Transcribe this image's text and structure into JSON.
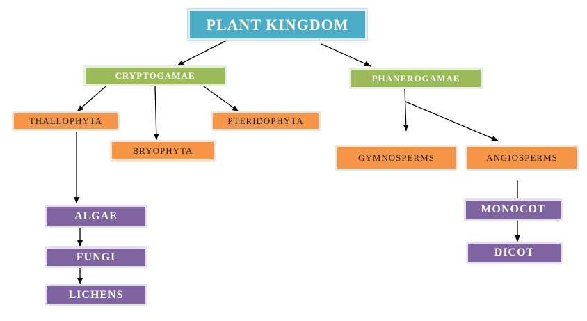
{
  "diagram": {
    "root": "PLANT KINGDOM",
    "cryptogamae": "CRYPTOGAMAE",
    "phanerogamae": "PHANEROGAMAE",
    "thallophyta": "THALLOPHYTA",
    "bryophyta": "BRYOPHYTA",
    "pteridophyta": "PTERIDOPHYTA",
    "gymnosperms": "GYMNOSPERMS",
    "angiosperms": "ANGIOSPERMS",
    "algae": "ALGAE",
    "fungi": "FUNGI",
    "lichens": "LICHENS",
    "monocot": "MONOCOT",
    "dicot": "DICOT"
  },
  "colors": {
    "root": "#4bacc6",
    "division": "#9bbb59",
    "group": "#f79646",
    "subgroup": "#8064a2"
  }
}
